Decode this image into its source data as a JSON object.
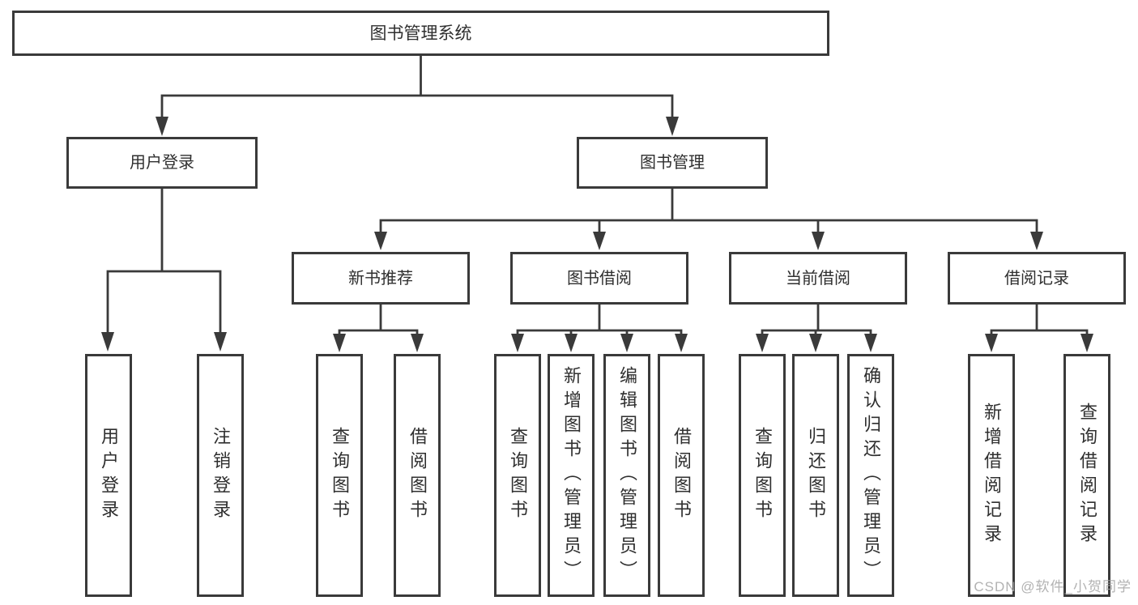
{
  "diagram_type": "functional-structure-tree",
  "colors": {
    "line": "#3a3a3a",
    "text": "#2f2f2f",
    "background": "#ffffff",
    "watermark": "#a5a5a5"
  },
  "tree": {
    "label": "图书管理系统",
    "children": [
      {
        "label": "用户登录",
        "children": [
          {
            "label": "用户登录"
          },
          {
            "label": "注销登录"
          }
        ]
      },
      {
        "label": "图书管理",
        "children": [
          {
            "label": "新书推荐",
            "children": [
              {
                "label": "查询图书"
              },
              {
                "label": "借阅图书"
              }
            ]
          },
          {
            "label": "图书借阅",
            "children": [
              {
                "label": "查询图书"
              },
              {
                "label": "新增图书（管理员）"
              },
              {
                "label": "编辑图书（管理员）"
              },
              {
                "label": "借阅图书"
              }
            ]
          },
          {
            "label": "当前借阅",
            "children": [
              {
                "label": "查询图书"
              },
              {
                "label": "归还图书"
              },
              {
                "label": "确认归还（管理员）"
              }
            ]
          },
          {
            "label": "借阅记录",
            "children": [
              {
                "label": "新增借阅记录"
              },
              {
                "label": "查询借阅记录"
              }
            ]
          }
        ]
      }
    ]
  },
  "watermark": {
    "text": "CSDN @软件_小贺同学"
  }
}
